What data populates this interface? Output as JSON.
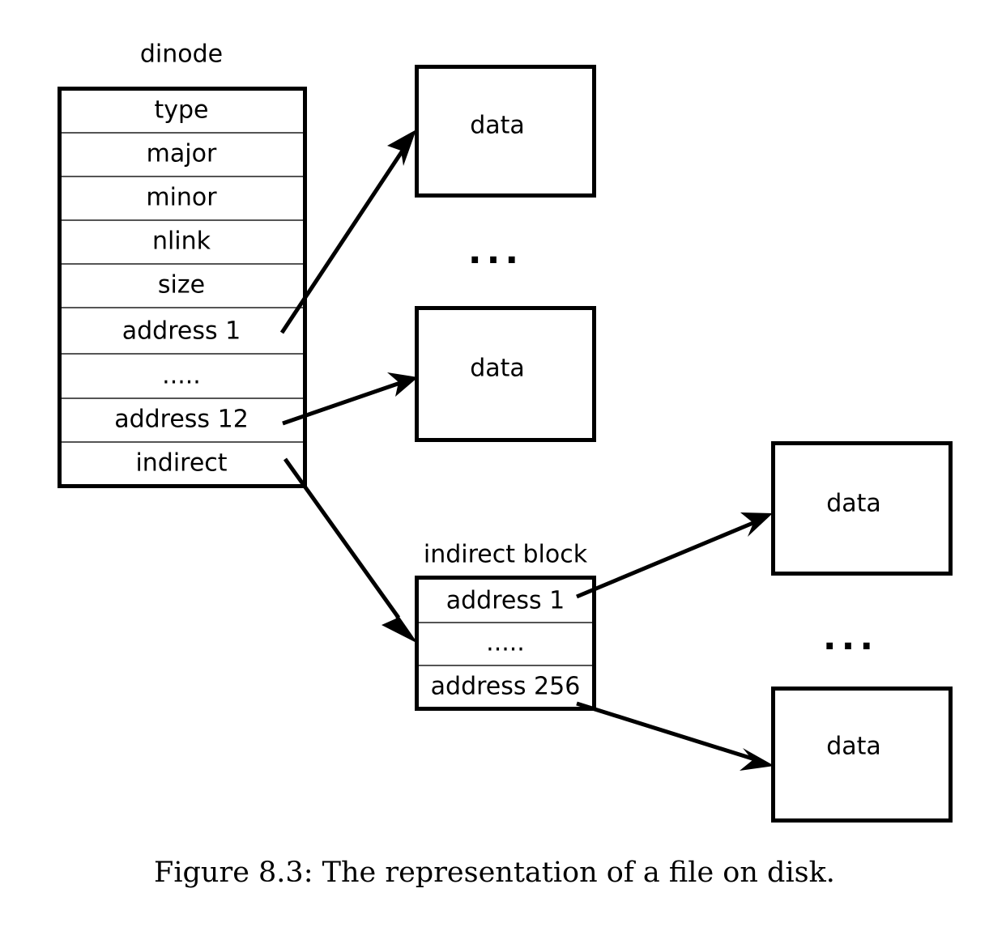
{
  "figure": {
    "caption": "Figure 8.3: The representation of a file on disk."
  },
  "dinode": {
    "title": "dinode",
    "rows": [
      {
        "label": "type"
      },
      {
        "label": "major"
      },
      {
        "label": "minor"
      },
      {
        "label": "nlink"
      },
      {
        "label": "size"
      },
      {
        "label": "address 1"
      },
      {
        "label": "....."
      },
      {
        "label": "address 12"
      },
      {
        "label": "indirect"
      }
    ]
  },
  "indirect_block": {
    "title": "indirect block",
    "rows": [
      {
        "label": "address 1"
      },
      {
        "label": "....."
      },
      {
        "label": "address 256"
      }
    ]
  },
  "data_blocks": [
    {
      "label": "data"
    },
    {
      "label": "data"
    },
    {
      "label": "data"
    },
    {
      "label": "data"
    }
  ],
  "ellipses": [
    {
      "label": "..."
    },
    {
      "label": "..."
    }
  ]
}
